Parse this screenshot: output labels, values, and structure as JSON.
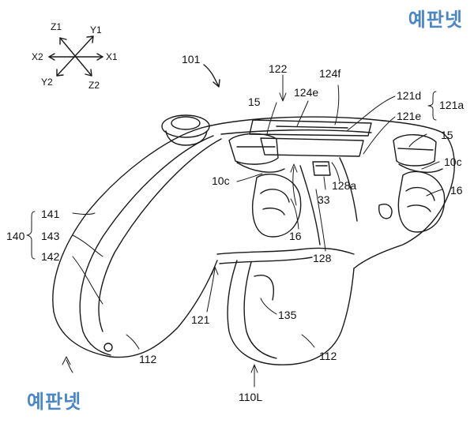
{
  "watermark": {
    "text": "예판넷",
    "color": "#4a86c8"
  },
  "axes": {
    "z1": "Z1",
    "y1": "Y1",
    "x2": "X2",
    "x1": "X1",
    "y2": "Y2",
    "z2": "Z2"
  },
  "labels": {
    "l101": "101",
    "l122": "122",
    "l124f": "124f",
    "l124e": "124e",
    "l121d": "121d",
    "l121a": "121a",
    "l121e": "121e",
    "l15_left": "15",
    "l15_right": "15",
    "l10c_left": "10c",
    "l10c_right": "10c",
    "l16_right": "16",
    "l16_center": "16",
    "l128a": "128a",
    "l33": "33",
    "l128": "128",
    "l140": "140",
    "l141": "141",
    "l143": "143",
    "l142": "142",
    "l121": "121",
    "l135": "135",
    "l112_left": "112",
    "l112_right": "112",
    "l110L": "110L"
  }
}
